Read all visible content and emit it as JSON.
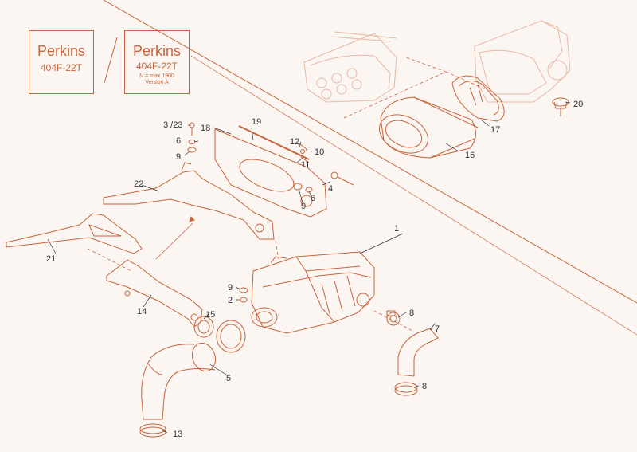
{
  "cards": [
    {
      "brand": "Perkins",
      "model": "404F-22T"
    },
    {
      "brand": "Perkins",
      "model": "404F-22T",
      "note1": "N = max 1900",
      "note2": "Version A"
    }
  ],
  "callouts": {
    "c1": "1",
    "c2": "2",
    "c3_23": "3 /23",
    "c4": "4",
    "c5": "5",
    "c6a": "6",
    "c6b": "6",
    "c7": "7",
    "c8a": "8",
    "c8b": "8",
    "c9a": "9",
    "c9b": "9",
    "c9c": "9",
    "c10": "10",
    "c11": "11",
    "c12": "12",
    "c13": "13",
    "c14": "14",
    "c15": "15",
    "c16": "16",
    "c17": "17",
    "c18": "18",
    "c19": "19",
    "c20": "20",
    "c21": "21",
    "c22": "22"
  },
  "colors": {
    "line": "#c8643c",
    "bg": "#fbf6f2",
    "text": "#333333"
  }
}
